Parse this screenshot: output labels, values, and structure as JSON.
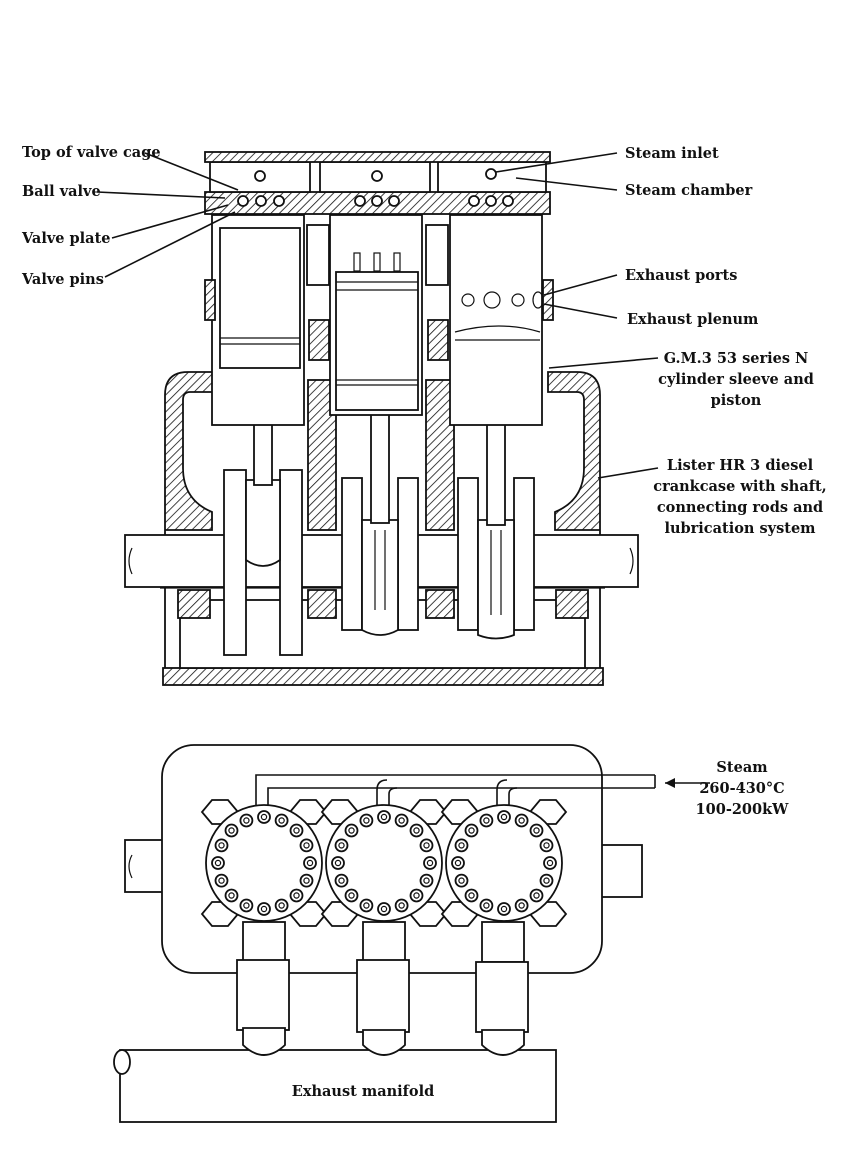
{
  "labels": {
    "top_of_valve_cage": "Top of valve cage",
    "ball_valve": "Ball valve",
    "valve_plate": "Valve plate",
    "valve_pins": "Valve pins",
    "steam_inlet": "Steam inlet",
    "steam_chamber": "Steam chamber",
    "exhaust_ports": "Exhaust ports",
    "exhaust_plenum": "Exhaust plenum",
    "gm_line1": "G.M.3 53 series N",
    "gm_line2": "cylinder sleeve and",
    "gm_line3": "piston",
    "lister_line1": "Lister HR 3 diesel",
    "lister_line2": "crankcase with shaft,",
    "lister_line3": "connecting rods and",
    "lister_line4": "lubrication system",
    "steam_line1": "Steam",
    "steam_line2": "260-430°C",
    "steam_line3": "100-200kW",
    "exhaust_manifold": "Exhaust manifold"
  }
}
